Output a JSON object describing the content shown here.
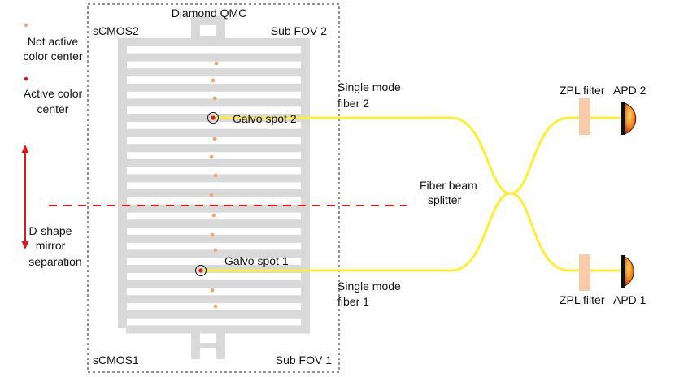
{
  "labels": {
    "diamond": "Diamond QMC",
    "scmos2": "sCMOS2",
    "subfov2": "Sub FOV 2",
    "scmos1": "sCMOS1",
    "subfov1": "Sub FOV 1",
    "galvo2": "Galvo spot 2",
    "galvo1": "Galvo spot 1",
    "fiber2_line1": "Single mode",
    "fiber2_line2": "fiber 2",
    "fiber1_line1": "Single mode",
    "fiber1_line2": "fiber 1",
    "splitter_line1": "Fiber beam",
    "splitter_line2": "splitter",
    "zpl2": "ZPL filter",
    "apd2": "APD 2",
    "zpl1": "ZPL filter",
    "apd1": "APD 1"
  },
  "legend": {
    "inactive_line1": "Not active",
    "inactive_line2": "color center",
    "active_line1": "Active color",
    "active_line2": "center"
  },
  "mirror": {
    "line1": "D-shape",
    "line2": "mirror",
    "line3": "separation"
  },
  "colors": {
    "fiber": "#ffee33",
    "qmc": "#d9d9d9",
    "inactive": "#f0a877",
    "active": "#e01818",
    "dashed": "#e01818",
    "filter": "#f6ccaa",
    "apd_dark": "#bf3300",
    "apd_light": "#ffcc55"
  }
}
